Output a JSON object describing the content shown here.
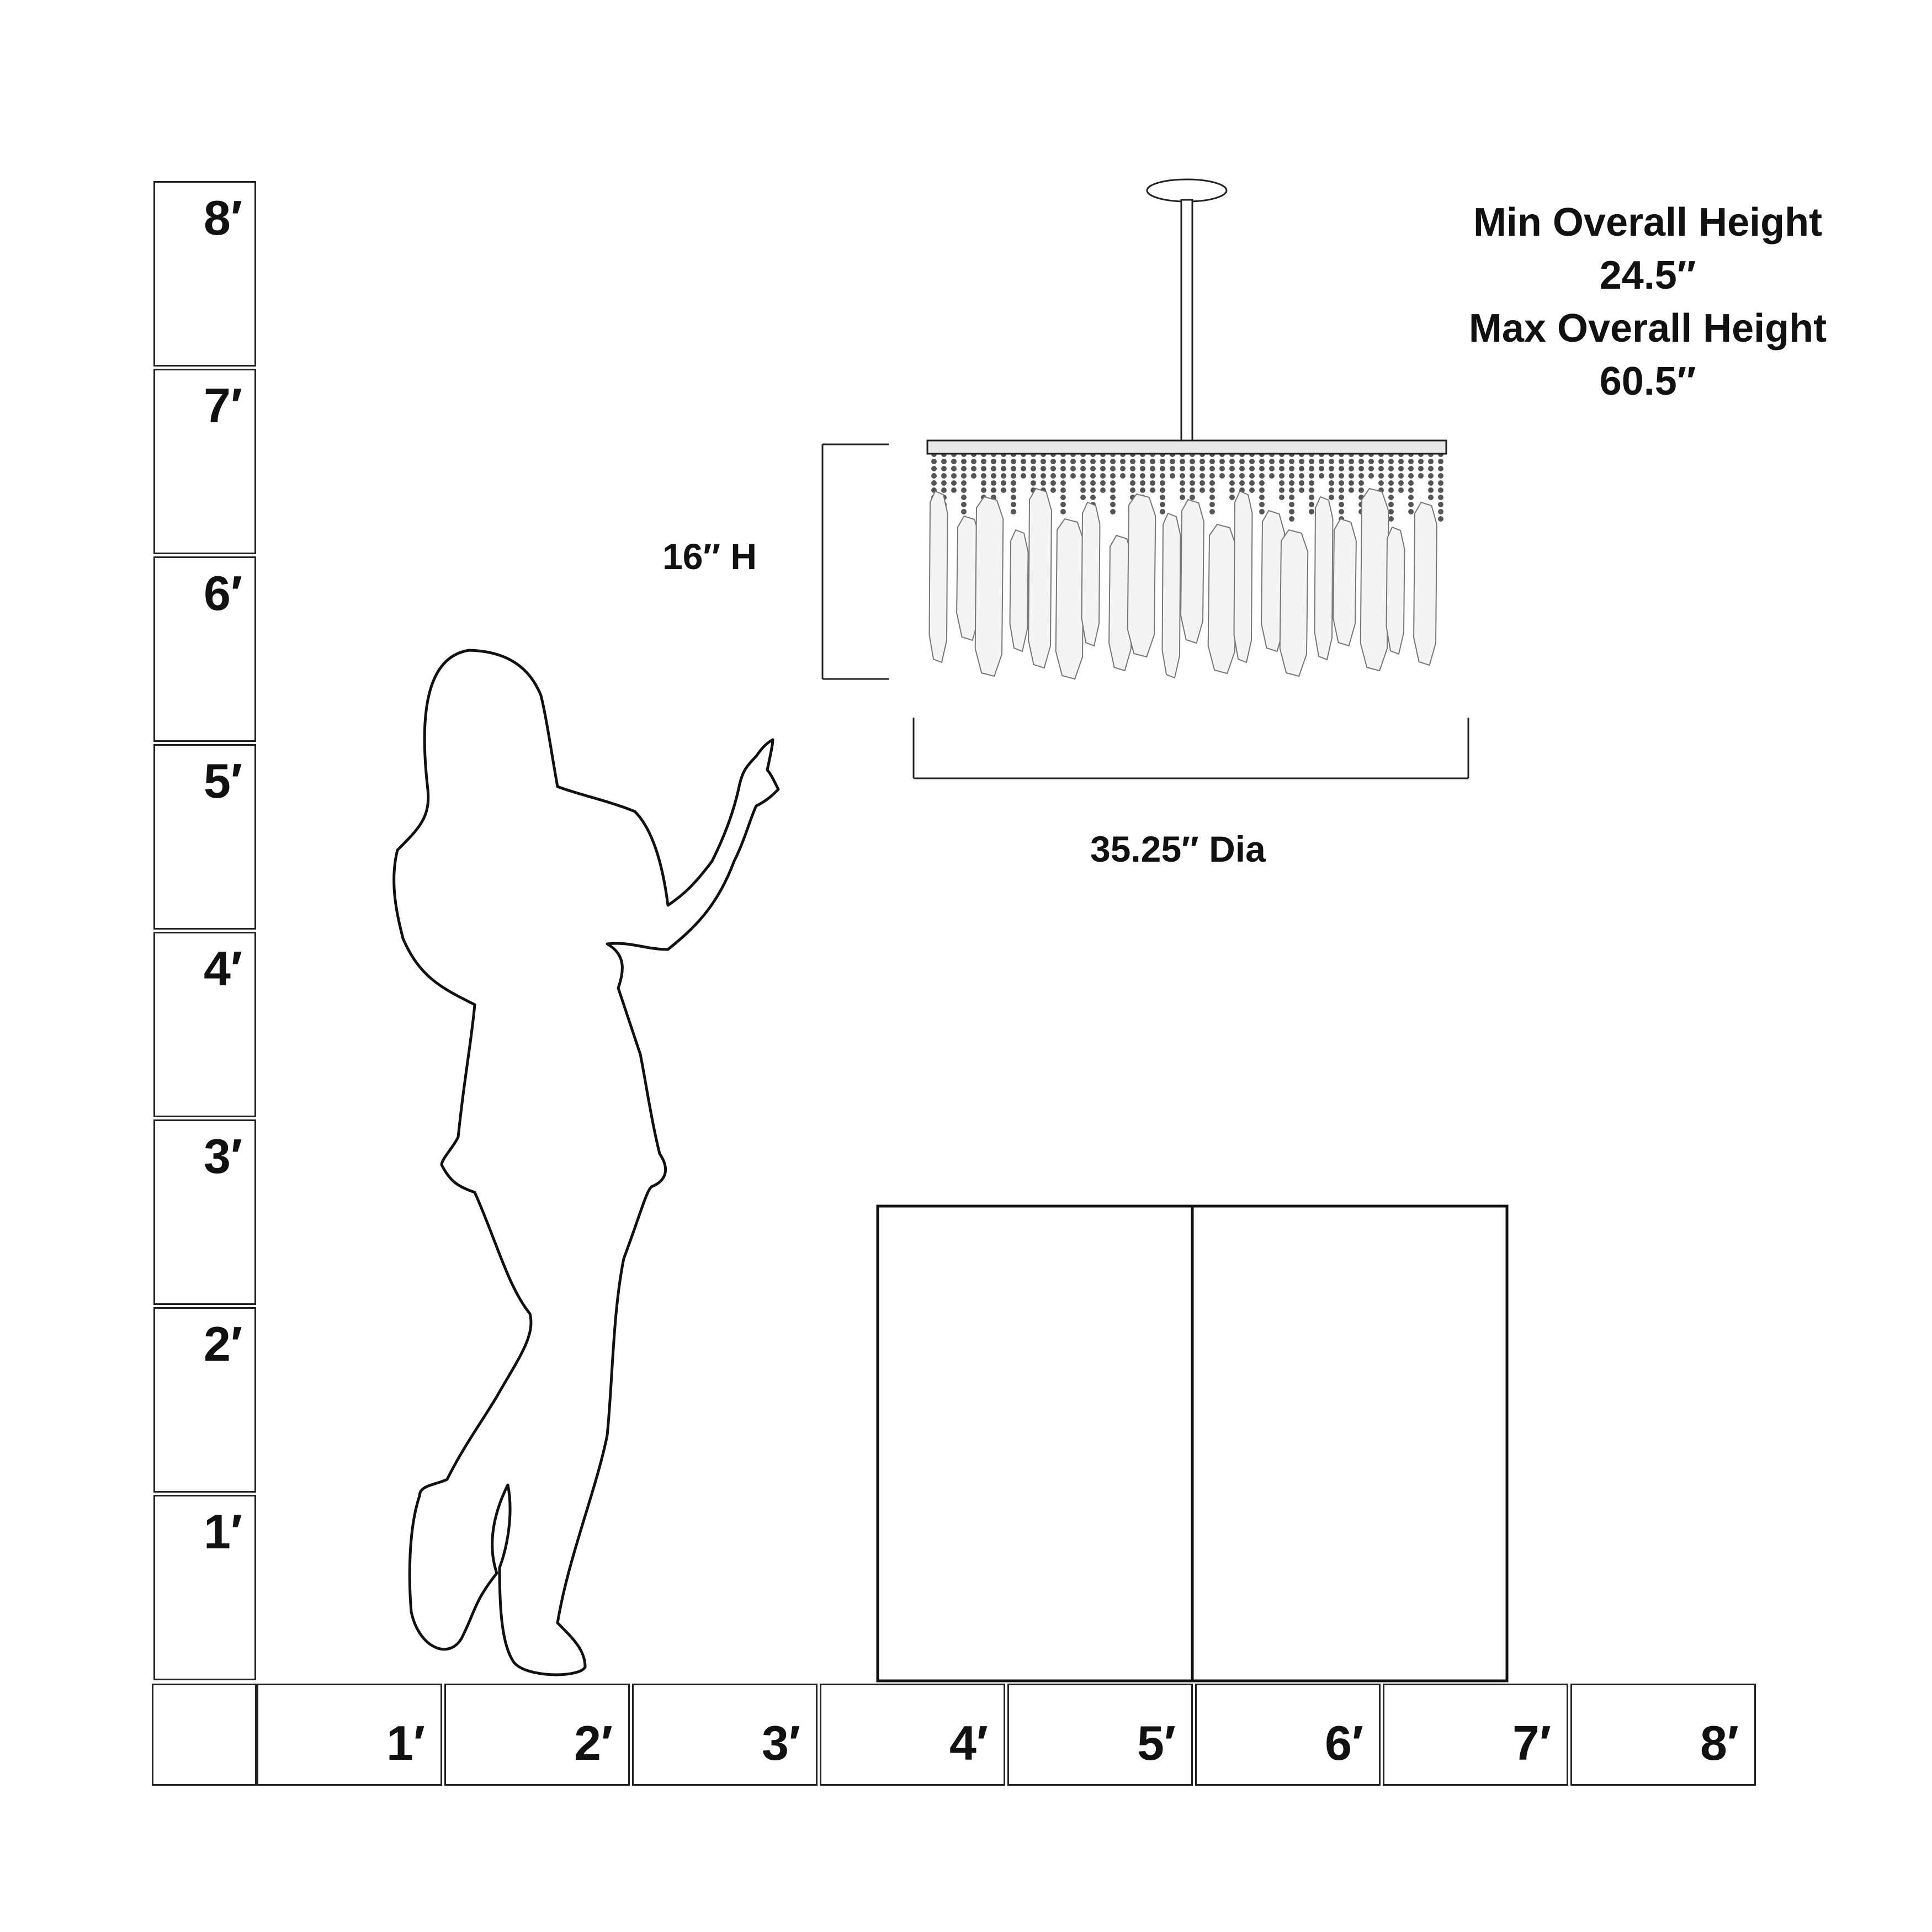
{
  "vertical_scale": [
    "8′",
    "7′",
    "6′",
    "5′",
    "4′",
    "3′",
    "2′",
    "1′"
  ],
  "horizontal_scale": [
    "1′",
    "2′",
    "3′",
    "4′",
    "5′",
    "6′",
    "7′",
    "8′"
  ],
  "specs": {
    "min_label": "Min Overall Height",
    "min_value": "24.5″",
    "max_label": "Max Overall Height",
    "max_value": "60.5″"
  },
  "dimensions": {
    "height": "16″ H",
    "diameter": "35.25″ Dia"
  },
  "colors": {
    "line": "#222222",
    "glass": "#f4f4f4",
    "chain": "#555555"
  }
}
